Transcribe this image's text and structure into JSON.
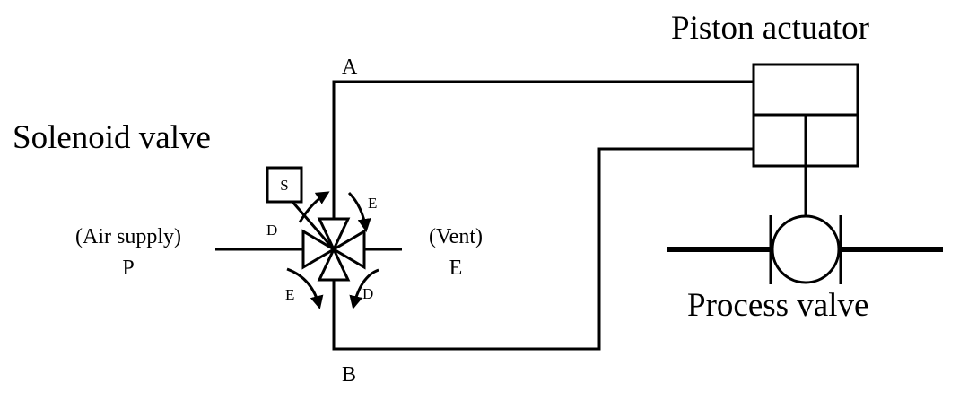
{
  "labels": {
    "piston_actuator": "Piston actuator",
    "solenoid_valve": "Solenoid valve",
    "process_valve": "Process valve",
    "port_a": "A",
    "port_b": "B",
    "air_supply": "(Air supply)",
    "port_p": "P",
    "vent": "(Vent)",
    "port_e": "E",
    "solenoid_s": "S",
    "flow_d_upper": "D",
    "flow_e_upper": "E",
    "flow_e_lower": "E",
    "flow_d_lower": "D"
  },
  "colors": {
    "line": "#000000",
    "background": "#ffffff"
  }
}
